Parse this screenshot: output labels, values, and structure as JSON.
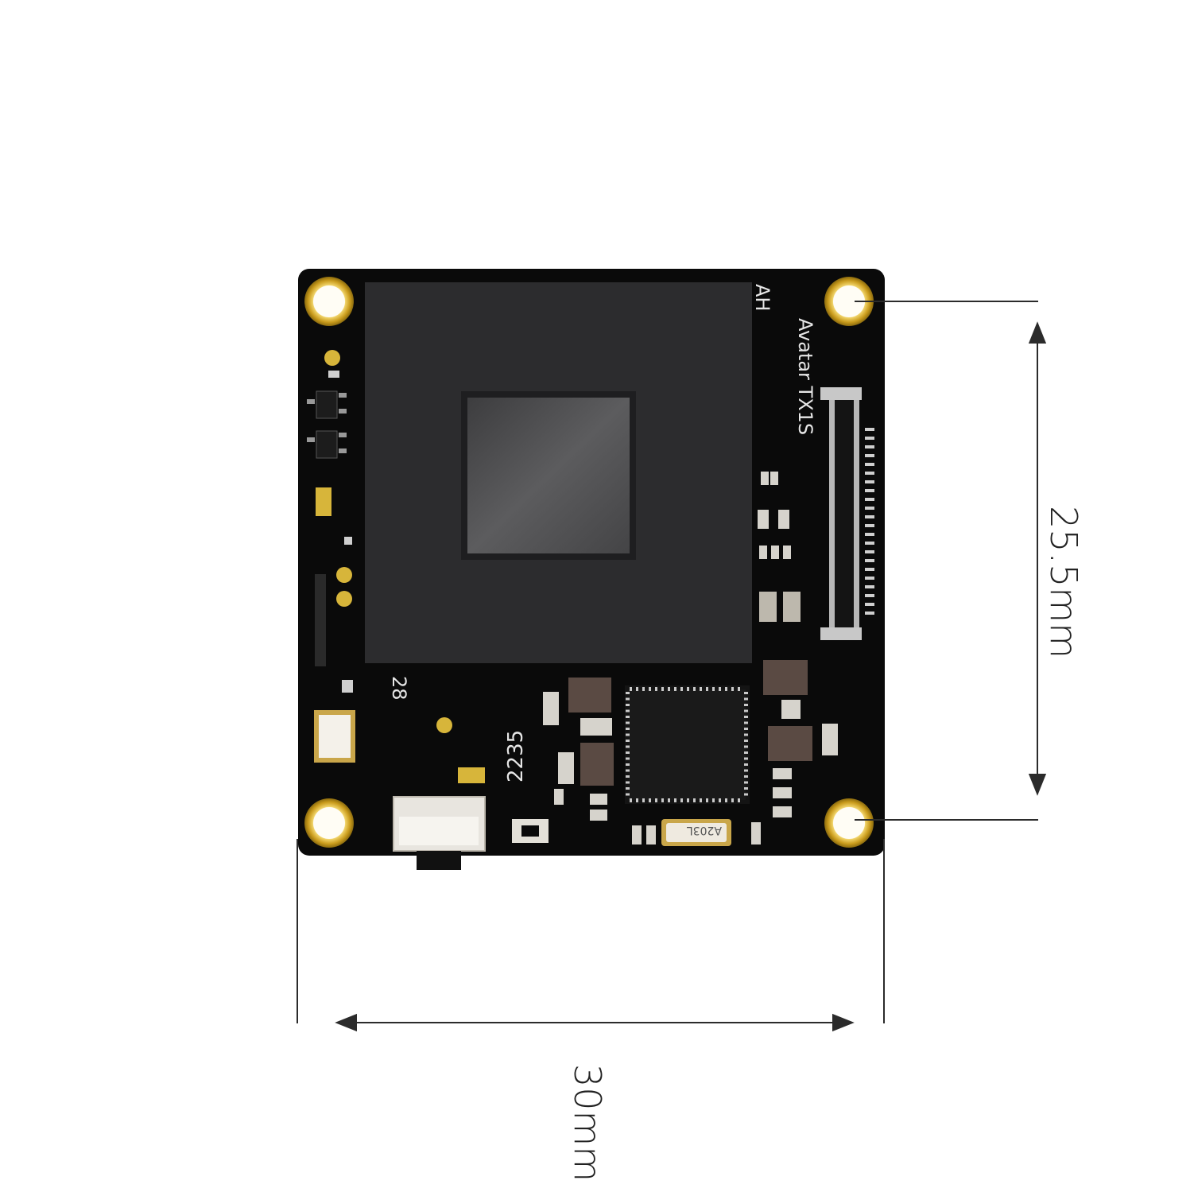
{
  "board": {
    "model_label": "Avatar TX1S",
    "corner_mark": "AH",
    "number_label_a": "28",
    "number_label_b": "2235",
    "crystal_label": "A203L"
  },
  "dimensions": {
    "height_label": "25.5mm",
    "width_label": "30mm"
  },
  "colors": {
    "pcb": "#0a0a0a",
    "shield": "#2c2c2e",
    "sensor": "#555557",
    "gold": "#d7b53a",
    "dimension_line": "#2b2b2b"
  }
}
